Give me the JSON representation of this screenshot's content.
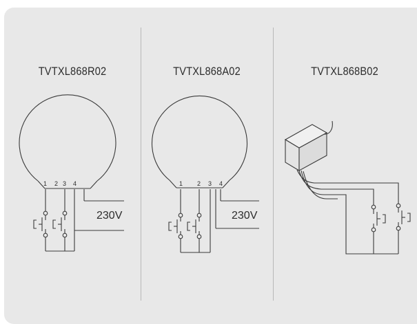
{
  "panels": [
    {
      "model": "TVTXL868R02",
      "terminals": [
        "1",
        "2",
        "3",
        "4"
      ],
      "voltage": "230V"
    },
    {
      "model": "TVTXL868A02",
      "terminals": [
        "1",
        "2",
        "3",
        "4"
      ],
      "voltage": "230V"
    },
    {
      "model": "TVTXL868B02"
    }
  ]
}
